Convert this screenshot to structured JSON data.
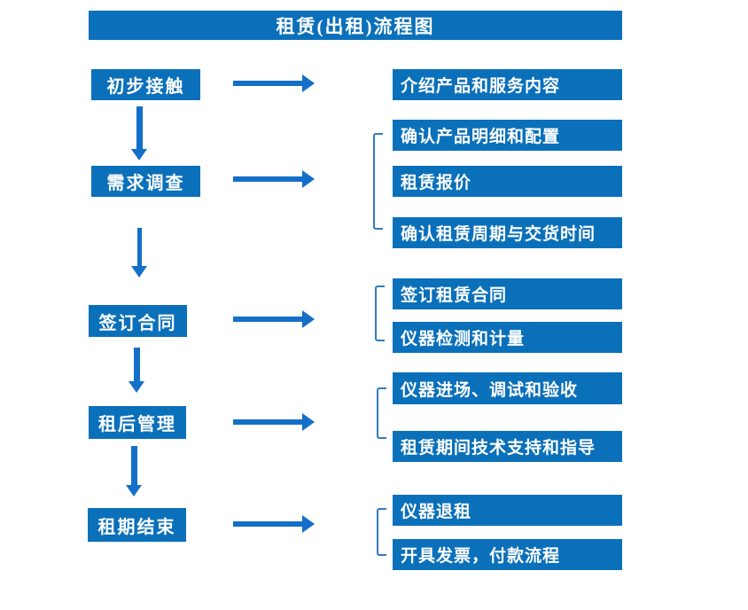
{
  "title": "租赁(出租)流程图",
  "colors": {
    "box_blue": "#0B70BA",
    "arrow_blue": "#146FC8",
    "bracket_blue": "#3579BE",
    "text_white": "#FFFFFF"
  },
  "flow": [
    {
      "step": "初步接触",
      "details": [
        "介绍产品和服务内容"
      ]
    },
    {
      "step": "需求调查",
      "details": [
        "确认产品明细和配置",
        "租赁报价",
        "确认租赁周期与交货时间"
      ]
    },
    {
      "step": "签订合同",
      "details": [
        "签订租赁合同",
        "仪器检测和计量"
      ]
    },
    {
      "step": "租后管理",
      "details": [
        "仪器进场、调试和验收",
        "租赁期间技术支持和指导"
      ]
    },
    {
      "step": "租期结束",
      "details": [
        "仪器退租",
        "开具发票，付款流程"
      ]
    }
  ]
}
